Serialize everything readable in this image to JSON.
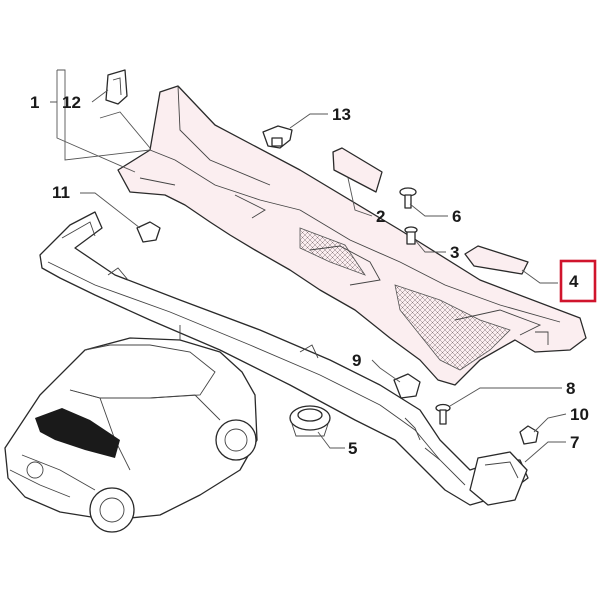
{
  "diagram": {
    "callouts": [
      {
        "id": "c1",
        "label": "1"
      },
      {
        "id": "c12",
        "label": "12"
      },
      {
        "id": "c13",
        "label": "13"
      },
      {
        "id": "c11",
        "label": "11"
      },
      {
        "id": "c2",
        "label": "2"
      },
      {
        "id": "c6",
        "label": "6"
      },
      {
        "id": "c3",
        "label": "3"
      },
      {
        "id": "c4",
        "label": "4"
      },
      {
        "id": "c9",
        "label": "9"
      },
      {
        "id": "c8",
        "label": "8"
      },
      {
        "id": "c10",
        "label": "10"
      },
      {
        "id": "c5",
        "label": "5"
      },
      {
        "id": "c7",
        "label": "7"
      }
    ],
    "highlighted_callout": "4",
    "colors": {
      "highlight": "#d0142c",
      "part_tint": "#fbeef0",
      "line": "#2a2a2a"
    }
  }
}
